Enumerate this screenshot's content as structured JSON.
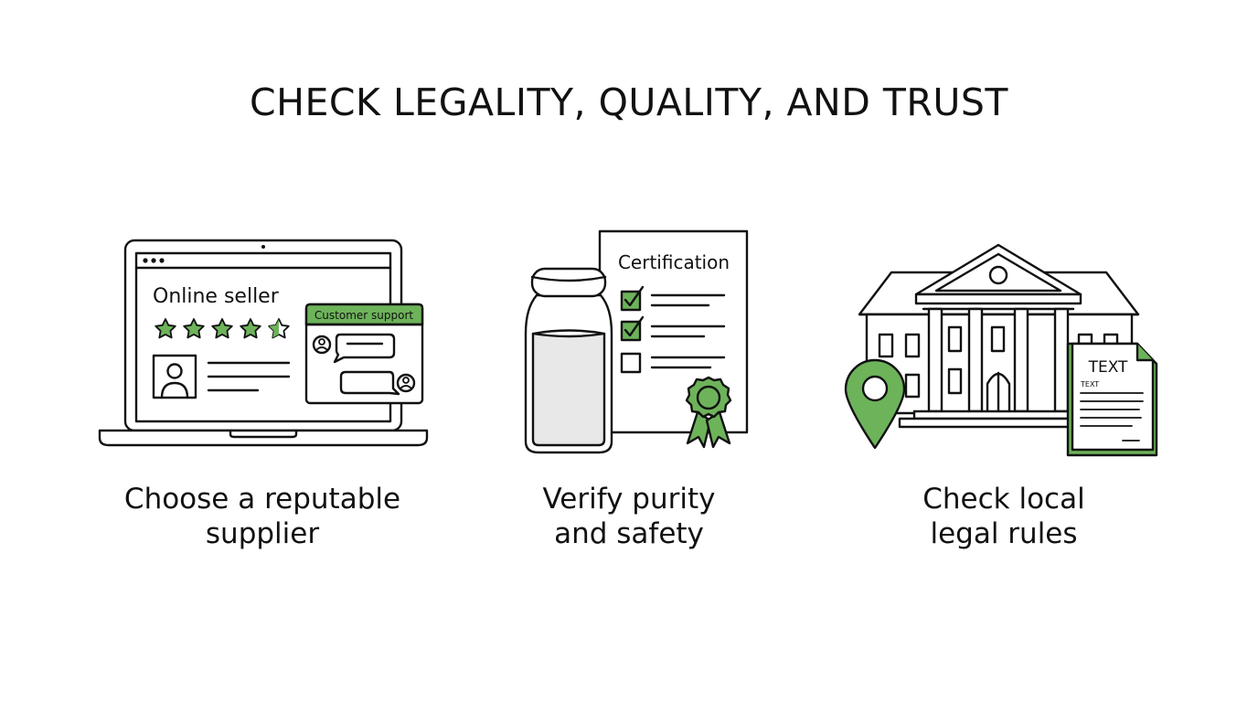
{
  "title": "CHECK LEGALITY, QUALITY, AND TRUST",
  "colors": {
    "accent": "#6db35a",
    "accent_dark": "#1e6a22",
    "stroke": "#111111"
  },
  "panels": [
    {
      "id": "supplier",
      "caption_lines": [
        "Choose a reputable",
        "supplier"
      ],
      "card_title": "Online seller",
      "rating_stars": 4.5,
      "support_label": "Customer support",
      "icon": "laptop-icon"
    },
    {
      "id": "purity",
      "caption_lines": [
        "Verify purity",
        "and safety"
      ],
      "doc_title": "Certification",
      "checklist": [
        true,
        true,
        false
      ],
      "icon": "vial-icon"
    },
    {
      "id": "legal",
      "caption_lines": [
        "Check local",
        "legal rules"
      ],
      "doc_title": "TEXT",
      "doc_subtitle": "TEXT",
      "icon": "courthouse-icon"
    }
  ]
}
